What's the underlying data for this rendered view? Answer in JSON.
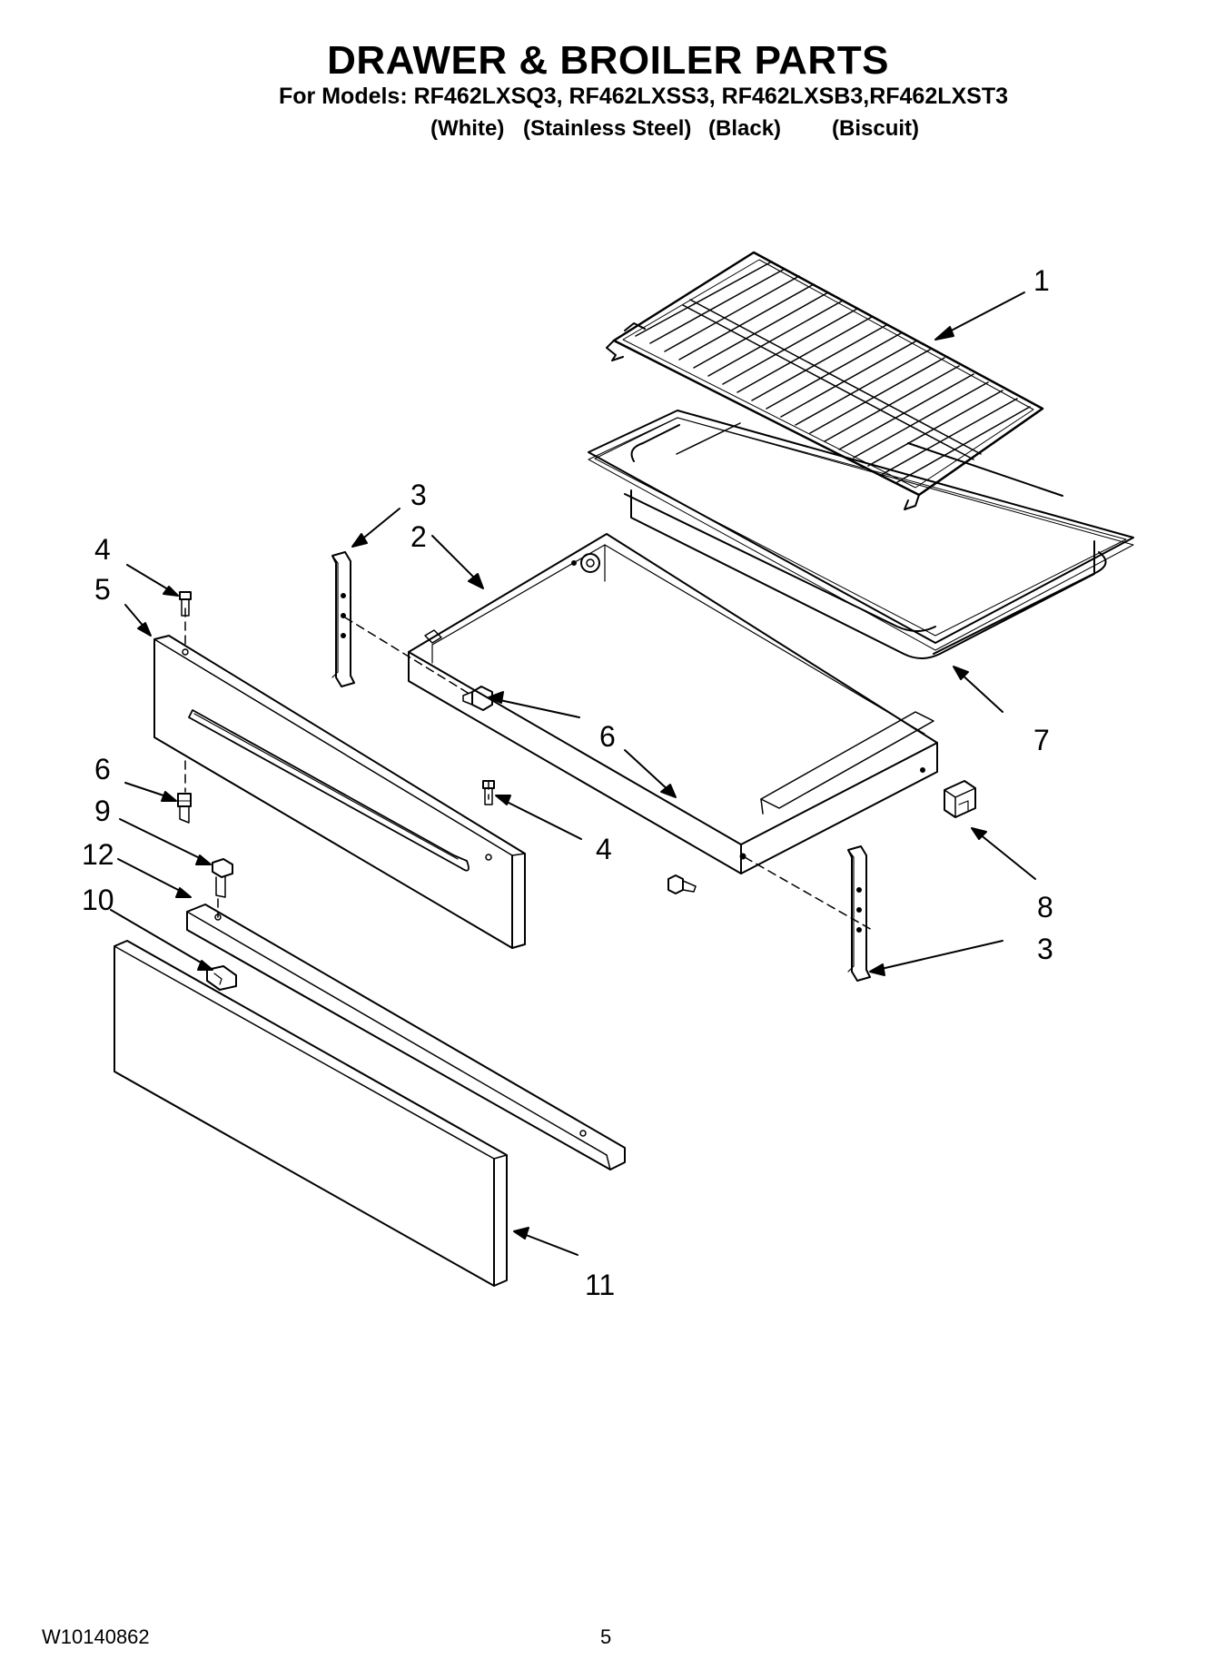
{
  "header": {
    "title": "DRAWER & BROILER PARTS",
    "models": "For Models: RF462LXSQ3, RF462LXSS3, RF462LXSB3,RF462LXST3",
    "colors": [
      "(White)",
      "(Stainless Steel)",
      "(Black)",
      "(Biscuit)"
    ]
  },
  "callouts": {
    "c1": "1",
    "c2": "2",
    "c3_top": "3",
    "c3_bottom": "3",
    "c4_left": "4",
    "c4_right": "4",
    "c5": "5",
    "c6_left": "6",
    "c6_center": "6",
    "c7": "7",
    "c8": "8",
    "c9": "9",
    "c10": "10",
    "c11": "11",
    "c12": "12"
  },
  "footer": {
    "doc_number": "W10140862",
    "page_number": "5"
  }
}
